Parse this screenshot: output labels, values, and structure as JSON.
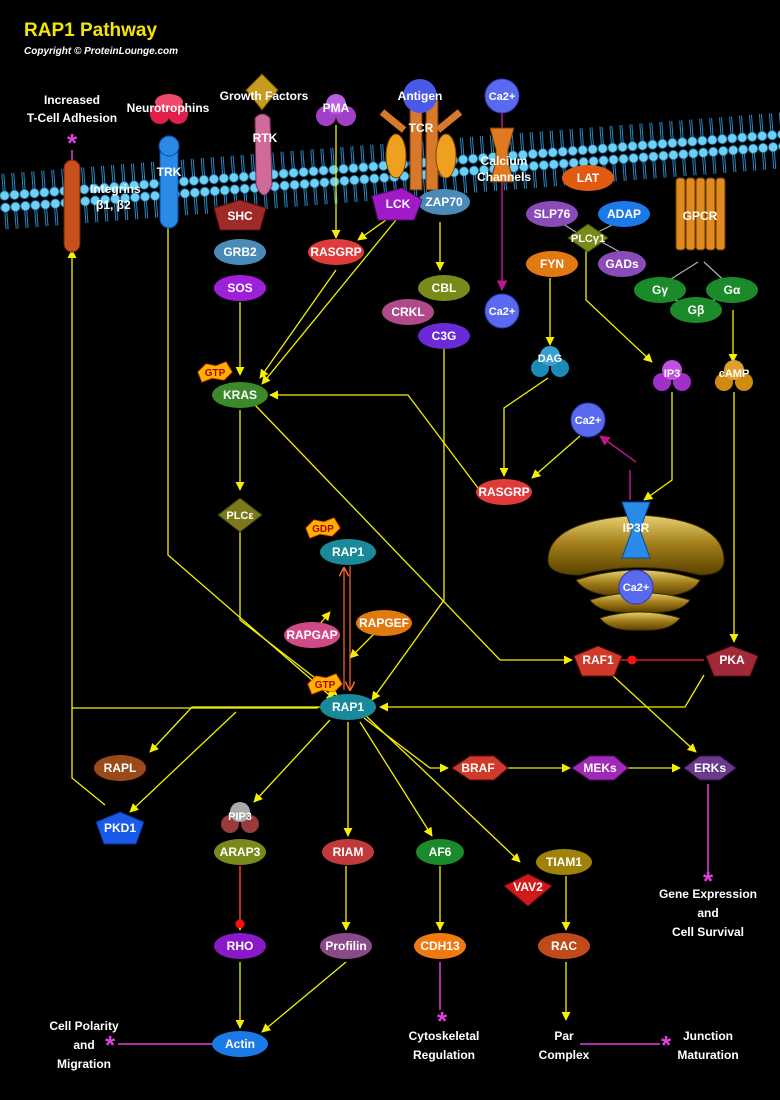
{
  "title": "RAP1 Pathway",
  "copyright": "Copyright © ProteinLounge.com",
  "colors": {
    "background": "#000000",
    "title": "#f2e600",
    "activation_arrow": "#f5f000",
    "outcome_line": "#e040e0",
    "inhibition_dot": "#ff0000",
    "membrane": "#4ab7e6"
  },
  "nodes": {
    "increased_adhesion": {
      "line1": "Increased",
      "line2": "T-Cell Adhesion"
    },
    "neurotrophins": "Neurotrophins",
    "growth_factors": "Growth Factors",
    "pma": "PMA",
    "antigen": "Antigen",
    "ca_top": "Ca2+",
    "integrins": {
      "line1": "Integrins",
      "line2": "β1, β2"
    },
    "trk": "TRK",
    "rtk": "RTK",
    "tcr": "TCR",
    "calcium_channels": {
      "line1": "Calcium",
      "line2": "Channels"
    },
    "lat": "LAT",
    "gpcr": "GPCR",
    "shc": "SHC",
    "lck": "LCK",
    "zap70": "ZAP70",
    "slp76": "SLP76",
    "adap": "ADAP",
    "plcg1": "PLCγ1",
    "grb2": "GRB2",
    "rasgrp_top": "RASGRP",
    "fyn": "FYN",
    "gads": "GADs",
    "ggamma": "Gγ",
    "galpha": "Gα",
    "sos": "SOS",
    "cbl": "CBL",
    "ca_mid": "Ca2+",
    "gbeta": "Gβ",
    "crkl": "CRKL",
    "c3g": "C3G",
    "dag": "DAG",
    "ip3": "IP3",
    "camp": "cAMP",
    "gtp_kras": "GTP",
    "kras": "KRAS",
    "ca_er": "Ca2+",
    "rasgrp_mid": "RASGRP",
    "ip3r": "IP3R",
    "plce": "PLCε",
    "gdp": "GDP",
    "rap1_gdp": "RAP1",
    "ca_lumen": "Ca2+",
    "rapgap": "RAPGAP",
    "rapgef": "RAPGEF",
    "raf1": "RAF1",
    "pka": "PKA",
    "gtp_rap1": "GTP",
    "rap1": "RAP1",
    "rapl": "RAPL",
    "braf": "BRAF",
    "meks": "MEKs",
    "erks": "ERKs",
    "pip3": "PIP3",
    "pkd1": "PKD1",
    "arap3": "ARAP3",
    "riam": "RIAM",
    "af6": "AF6",
    "tiam1": "TIAM1",
    "vav2": "VAV2",
    "rho": "RHO",
    "profilin": "Profilin",
    "cdh13": "CDH13",
    "rac": "RAC",
    "actin": "Actin",
    "gene_expression": {
      "line1": "Gene Expression",
      "line2": "and",
      "line3": "Cell Survival"
    },
    "cell_polarity": {
      "line1": "Cell Polarity",
      "line2": "and",
      "line3": "Migration"
    },
    "cytoskeletal": {
      "line1": "Cytoskeletal",
      "line2": "Regulation"
    },
    "par_complex": {
      "line1": "Par",
      "line2": "Complex"
    },
    "junction": {
      "line1": "Junction",
      "line2": "Maturation"
    }
  }
}
